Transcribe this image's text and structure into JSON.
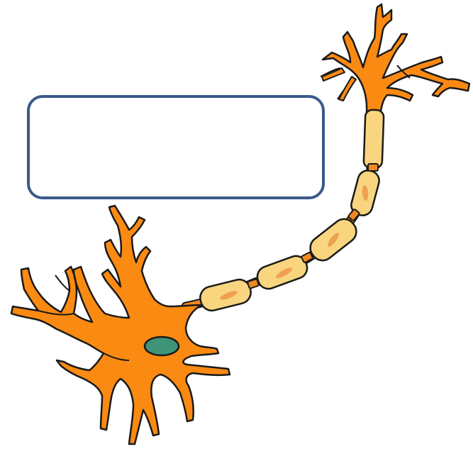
{
  "diagram": {
    "subject": "neuron",
    "colors": {
      "cell_body": "#fb8a12",
      "outline": "#1a1a1a",
      "nucleus": "#3f9478",
      "myelin_sheath": "#f8d57e",
      "myelin_inner": "#f0a050",
      "node_of_ranvier": "#f08a20",
      "label_box_border": "#3b5a8a",
      "background": "#ffffff"
    },
    "parts": {
      "dendrites": "dendrites-icon",
      "cell_body": "cell-body-shape",
      "nucleus": "nucleus-icon",
      "axon": "axon-shape",
      "myelin_sheath_count": 5,
      "axon_terminal": "axon-terminal-icon"
    },
    "label_box": {
      "text": ""
    }
  }
}
